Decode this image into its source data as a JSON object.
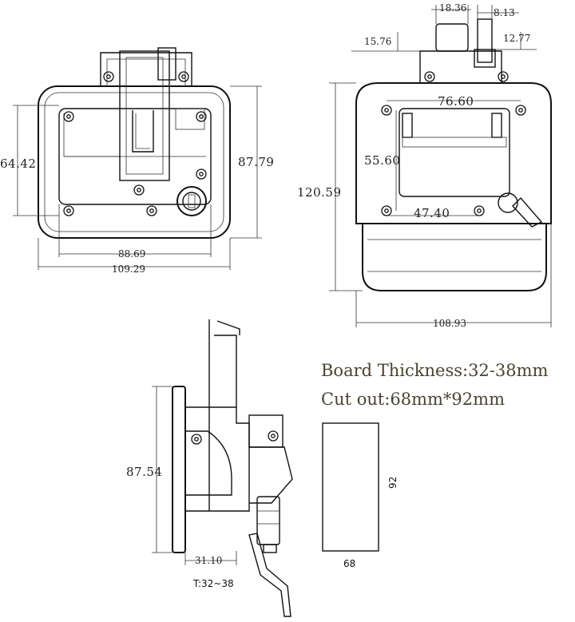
{
  "front_view": {
    "height_left": "64.42",
    "height_right": "87.79",
    "width_inner": "88.69",
    "width_outer": "109.29"
  },
  "rear_view": {
    "top_a": "18.36",
    "top_b": "8.13",
    "top_c": "15.76",
    "top_d": "12.77",
    "hole_span": "76.60",
    "height_inner": "55.60",
    "lower_span": "47.40",
    "height_total": "120.59",
    "width_total": "108.93"
  },
  "side_view": {
    "height": "87.54",
    "depth": "31.10",
    "thickness_note": "T:32~38"
  },
  "specs": {
    "board_thickness": "Board Thickness:32-38mm",
    "cut_out": "Cut out:68mm*92mm"
  },
  "cutout": {
    "width": "68",
    "height": "92"
  }
}
